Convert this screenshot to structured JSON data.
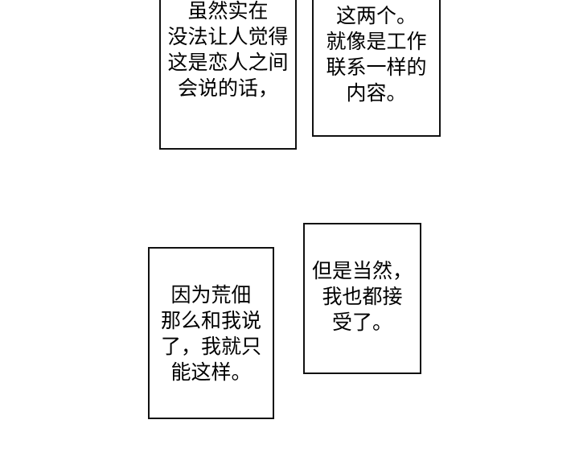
{
  "panels": [
    {
      "lines": [
        "虽然实在",
        "没法让人觉得",
        "这是恋人之间",
        "会说的话，"
      ]
    },
    {
      "lines": [
        "这两个。",
        "就像是工作",
        "联系一样的",
        "内容。"
      ]
    },
    {
      "lines": [
        "因为荒佃",
        "那么和我说",
        "了，我就只",
        "能这样。"
      ]
    },
    {
      "lines": [
        "但是当然，",
        "我也都接",
        "受了。"
      ]
    }
  ]
}
